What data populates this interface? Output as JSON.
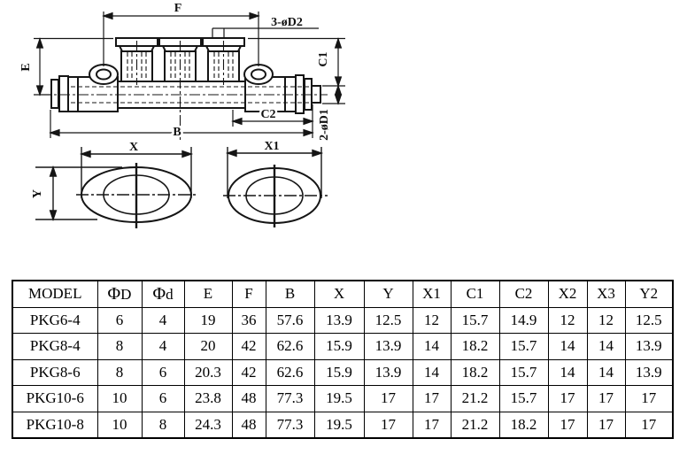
{
  "diagram": {
    "labels": {
      "f": "F",
      "top_ports": "3-øD2",
      "e": "E",
      "c1": "C1",
      "c2": "C2",
      "b": "B",
      "side_ports": "2-øD1",
      "x": "X",
      "y": "Y",
      "x1": "X1"
    }
  },
  "table": {
    "headers": [
      "MODEL",
      "ΦD",
      "Φd",
      "E",
      "F",
      "B",
      "X",
      "Y",
      "X1",
      "C1",
      "C2",
      "X2",
      "X3",
      "Y2"
    ],
    "rows": [
      [
        "PKG6-4",
        "6",
        "4",
        "19",
        "36",
        "57.6",
        "13.9",
        "12.5",
        "12",
        "15.7",
        "14.9",
        "12",
        "12",
        "12.5"
      ],
      [
        "PKG8-4",
        "8",
        "4",
        "20",
        "42",
        "62.6",
        "15.9",
        "13.9",
        "14",
        "18.2",
        "15.7",
        "14",
        "14",
        "13.9"
      ],
      [
        "PKG8-6",
        "8",
        "6",
        "20.3",
        "42",
        "62.6",
        "15.9",
        "13.9",
        "14",
        "18.2",
        "15.7",
        "14",
        "14",
        "13.9"
      ],
      [
        "PKG10-6",
        "10",
        "6",
        "23.8",
        "48",
        "77.3",
        "19.5",
        "17",
        "17",
        "21.2",
        "15.7",
        "17",
        "17",
        "17"
      ],
      [
        "PKG10-8",
        "10",
        "8",
        "24.3",
        "48",
        "77.3",
        "19.5",
        "17",
        "17",
        "21.2",
        "18.2",
        "17",
        "17",
        "17"
      ]
    ]
  }
}
